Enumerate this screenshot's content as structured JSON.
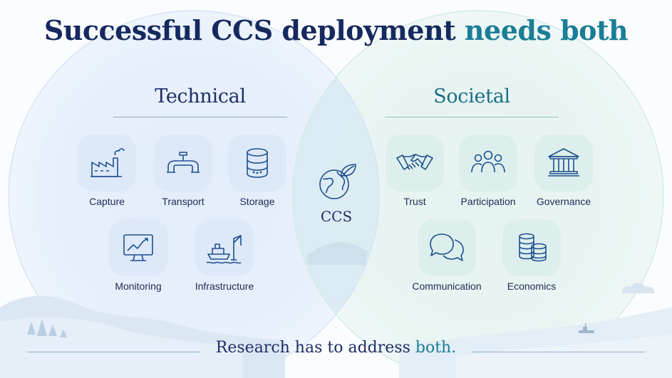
{
  "title": {
    "main": "Successful CCS deployment",
    "accent": "needs both"
  },
  "technical": {
    "title": "Technical",
    "items": [
      {
        "label": "Capture",
        "icon": "factory-icon"
      },
      {
        "label": "Transport",
        "icon": "pipeline-icon"
      },
      {
        "label": "Storage",
        "icon": "storage-tank-icon"
      },
      {
        "label": "Monitoring",
        "icon": "monitor-chart-icon"
      },
      {
        "label": "Infrastructure",
        "icon": "ship-crane-icon"
      }
    ]
  },
  "societal": {
    "title": "Societal",
    "items": [
      {
        "label": "Trust",
        "icon": "handshake-icon"
      },
      {
        "label": "Participation",
        "icon": "people-icon"
      },
      {
        "label": "Governance",
        "icon": "government-building-icon"
      },
      {
        "label": "Communication",
        "icon": "speech-bubbles-icon"
      },
      {
        "label": "Economics",
        "icon": "coins-icon"
      }
    ]
  },
  "center": {
    "label": "CCS",
    "icon": "globe-leaf-icon"
  },
  "footer": {
    "main": "Research has to address",
    "accent": "both."
  },
  "colors": {
    "navy": "#16295f",
    "teal": "#1a7e96",
    "technical_fill": "#e4eefa",
    "societal_fill": "#e3f2f0",
    "icon_tile_technical": "#dde9f8",
    "icon_tile_societal": "#ddefec"
  }
}
